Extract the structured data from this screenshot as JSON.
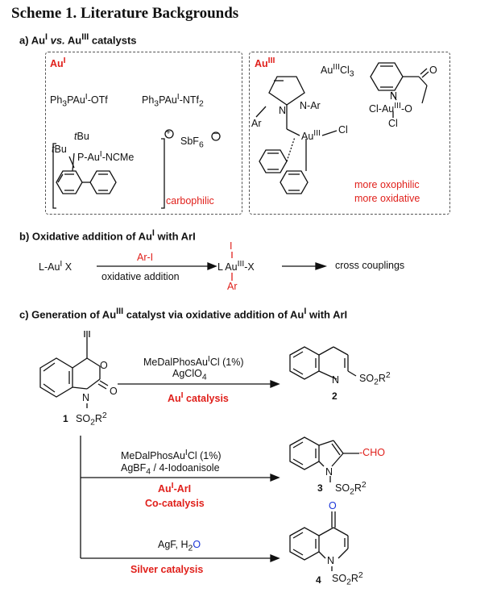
{
  "title": "Scheme 1. Literature Backgrounds",
  "section_a": "a) Au<sup>I</sup> <i>vs.</i> Au<sup>III</sup> catalysts",
  "section_b": "b) Oxidative addition of Au<sup>I</sup> with ArI",
  "section_c": "c) Generation of Au<sup>III</sup> catalyst via oxidative addition of Au<sup>I</sup> with ArI",
  "aui_box": {
    "header": "Au<sup>I</sup>",
    "cat1": "Ph<sub>3</sub>PAu<sup>I</sup>-OTf",
    "cat2": "Ph<sub>3</sub>PAu<sup>I</sup>-NTf<sub>2</sub>",
    "tbu1": "<i>t</i>Bu",
    "tbu2": "<i>t</i>Bu",
    "p_au": "P-Au<sup>I</sup>-NCMe",
    "plus": "+",
    "sbf6": "SbF<sub>6</sub>",
    "minus": "−",
    "note": "carbophilic"
  },
  "auiii_box": {
    "header": "Au<sup>III</sup>",
    "aucl3": "Au<sup>III</sup>Cl<sub>3</sub>",
    "n_ar": "N-Ar",
    "n1": "N",
    "ar1": "Ar",
    "au_cl": "Au<sup>III</sup>",
    "cl1": "Cl",
    "n_pic": "N",
    "o_pic": "O",
    "cl_au_o": "Cl-Au<sup>III</sup>-O",
    "cl_bottom": "Cl",
    "note1": "more oxophilic",
    "note2": "more oxidative"
  },
  "scheme_b": {
    "reactant": "L-Au<sup>I</sup> X",
    "reagent": "Ar-I",
    "condition": "oxidative addition",
    "i_label": "I",
    "product": "L Au<sup>III</sup>-X",
    "ar": "Ar",
    "outcome": "cross couplings"
  },
  "scheme_c": {
    "sm_o": "O",
    "sm_n": "N",
    "sm_co": "O",
    "sm_so2": "SO<sub>2</sub>R<sup>2</sup>",
    "sm_num": "1",
    "r1_line1": "MeDalPhosAu<sup>I</sup>Cl (1%)",
    "r1_line2": "AgClO<sub>4</sub>",
    "r1_label": "Au<sup>I</sup> catalysis",
    "p2_n": "N",
    "p2_so2": "SO<sub>2</sub>R<sup>2</sup>",
    "p2_num": "2",
    "r2_line1": "MeDalPhosAu<sup>I</sup>Cl (1%)",
    "r2_line2": "AgBF<sub>4</sub> / 4-Iodoanisole",
    "r2_label1": "Au<sup>I</sup>-ArI",
    "r2_label2": "Co-catalysis",
    "p3_cho": "-CHO",
    "p3_n": "N",
    "p3_so2": "SO<sub>2</sub>R<sup>2</sup>",
    "p3_num": "3",
    "r3_line1": "AgF,  H<sub>2</sub>",
    "r3_o": "O",
    "r3_label": "Silver catalysis",
    "p4_o": "O",
    "p4_n": "N",
    "p4_so2": "SO<sub>2</sub>R<sup>2</sup>",
    "p4_num": "4"
  },
  "colors": {
    "accent_red": "#e0201b",
    "accent_blue": "#1a35d8"
  }
}
